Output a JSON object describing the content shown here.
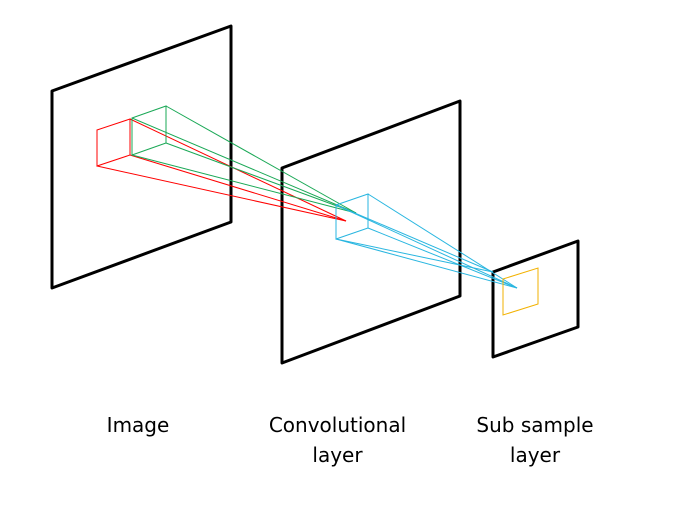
{
  "labels": {
    "image": "Image",
    "convolutional": [
      "Convolutional",
      "layer"
    ],
    "subsample": [
      "Sub sample",
      "layer"
    ]
  },
  "colors": {
    "plane": "#000000",
    "image_kernel_red": "#ff0000",
    "image_kernel_green": "#1aa856",
    "conv_kernel": "#29b6e0",
    "subsample_cell": "#f2b100"
  }
}
